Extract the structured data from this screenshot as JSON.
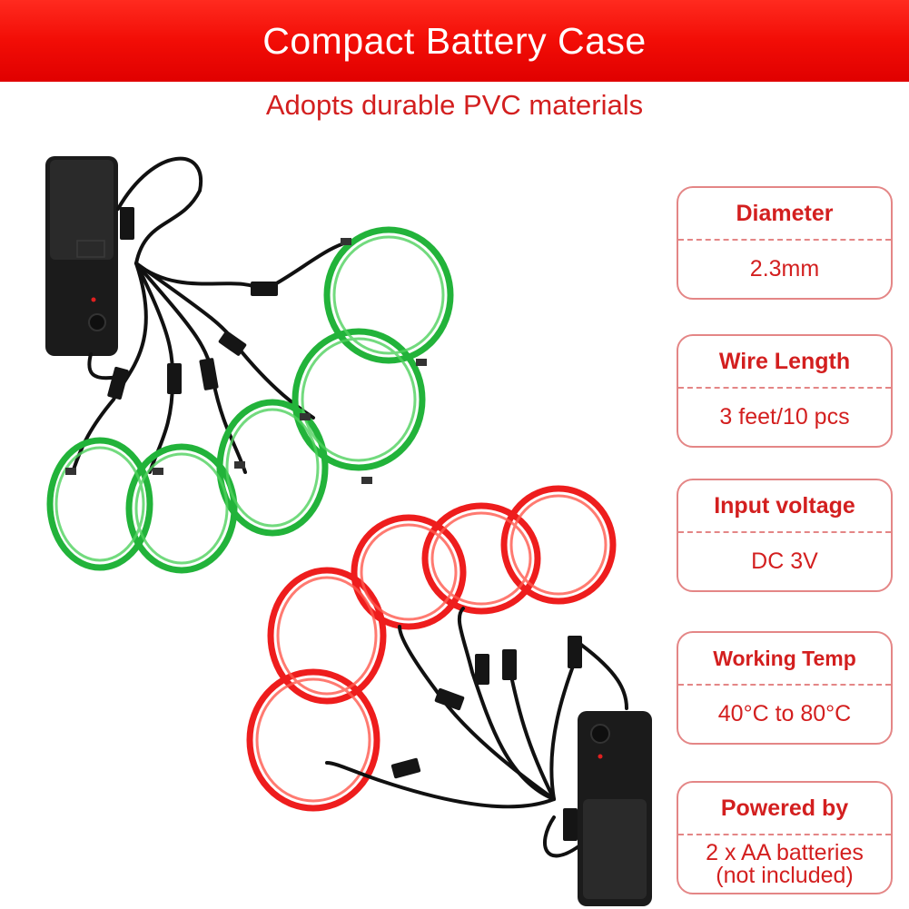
{
  "header": {
    "title": "Compact Battery Case",
    "subtitle": "Adopts durable PVC materials"
  },
  "product_image": {
    "description_icon": "el-wire-kit-photo",
    "colors": {
      "green": "#22b33a",
      "red": "#ee1d1d",
      "case": "#1a1a1a"
    }
  },
  "specs": [
    {
      "label": "Diameter",
      "value": "2.3mm",
      "value2": ""
    },
    {
      "label": "Wire Length",
      "value": "3 feet/10 pcs",
      "value2": ""
    },
    {
      "label": "Input voltage",
      "value": "DC 3V",
      "value2": ""
    },
    {
      "label": "Working Temp",
      "value": "40°C to 80°C",
      "value2": ""
    },
    {
      "label": "Powered by",
      "value": "2 x AA batteries",
      "value2": "(not included)"
    }
  ],
  "colors": {
    "accent": "#e00000",
    "text_red": "#d31f1f",
    "card_border": "#e48686"
  }
}
